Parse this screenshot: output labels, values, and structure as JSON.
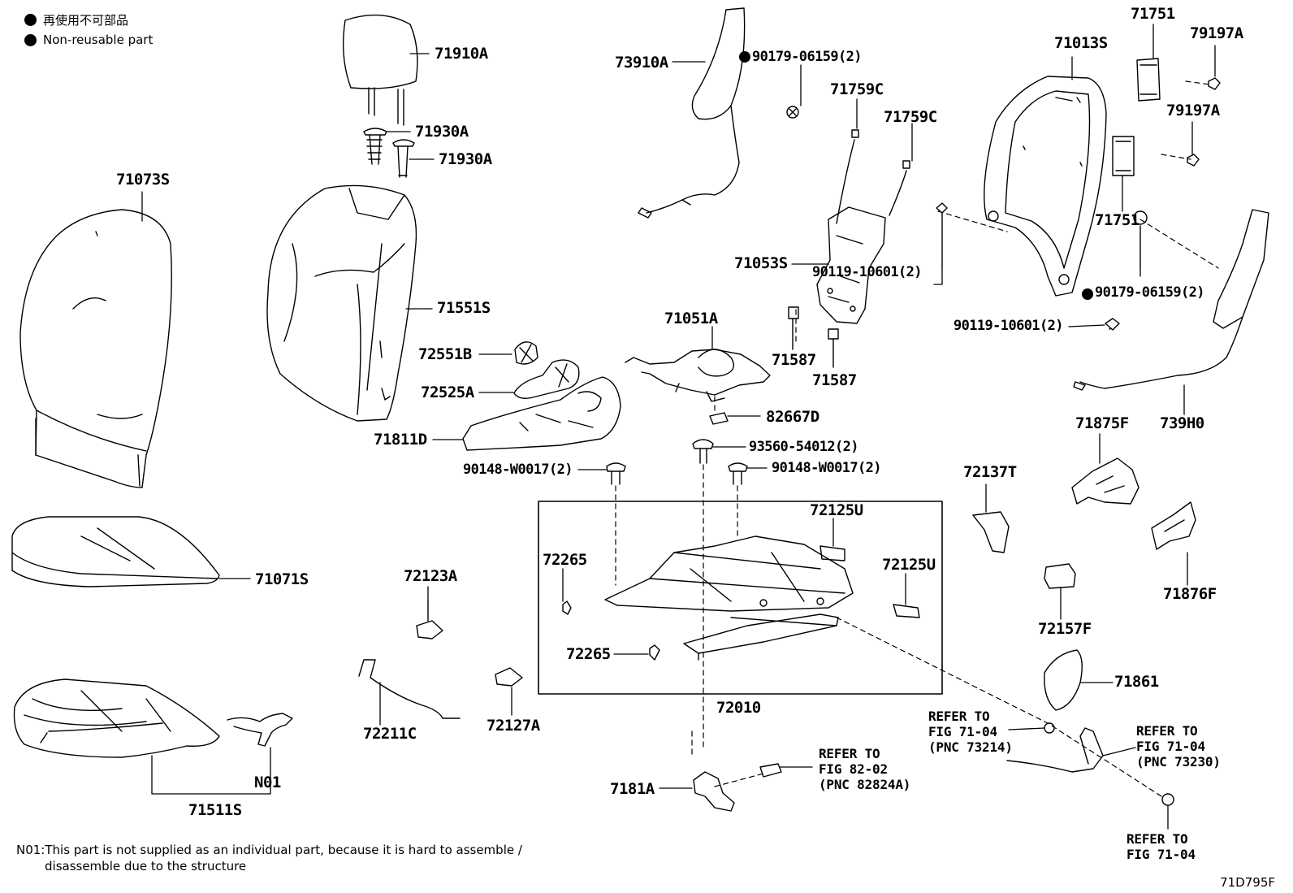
{
  "legend": {
    "non_reusable_jp": "再使用不可部品",
    "non_reusable_en": "Non-reusable part"
  },
  "parts": {
    "p71910A": "71910A",
    "p71930A_1": "71930A",
    "p71930A_2": "71930A",
    "p71073S": "71073S",
    "p71551S": "71551S",
    "p72551B": "72551B",
    "p72525A": "72525A",
    "p71811D": "71811D",
    "p71071S": "71071S",
    "p71511S": "71511S",
    "pN01": "N01",
    "p73910A": "73910A",
    "p90179_06159_a": "90179-06159(2)",
    "p71759C_1": "71759C",
    "p71759C_2": "71759C",
    "p71053S": "71053S",
    "p71051A": "71051A",
    "p71587_1": "71587",
    "p71587_2": "71587",
    "p82667D": "82667D",
    "p93560_54012": "93560-54012(2)",
    "p90148_W0017_a": "90148-W0017(2)",
    "p90148_W0017_b": "90148-W0017(2)",
    "p72125U_1": "72125U",
    "p72125U_2": "72125U",
    "p72265_1": "72265",
    "p72265_2": "72265",
    "p72010": "72010",
    "p72123A": "72123A",
    "p72211C": "72211C",
    "p72127A": "72127A",
    "p7181A": "7181A",
    "p71751_1": "71751",
    "p71751_2": "71751",
    "p79197A_1": "79197A",
    "p79197A_2": "79197A",
    "p71013S": "71013S",
    "p90119_10601_a": "90119-10601(2)",
    "p90119_10601_b": "90119-10601(2)",
    "p90179_06159_b": "90179-06159(2)",
    "p739H0": "739H0",
    "p71875F": "71875F",
    "p72137T": "72137T",
    "p71876F": "71876F",
    "p72157F": "72157F",
    "p71861": "71861"
  },
  "refs": {
    "ref_82_02": "REFER TO\nFIG 82-02\n(PNC 82824A)",
    "ref_71_04_a": "REFER TO\nFIG 71-04\n(PNC 73214)",
    "ref_71_04_b": "REFER TO\nFIG 71-04\n(PNC 73230)",
    "ref_71_04_c": "REFER TO\nFIG 71-04"
  },
  "footnote": {
    "line1": "N01:This part is not supplied as an individual part, because it is hard to assemble /",
    "line2": "disassemble due to the structure"
  },
  "figure_id": "71D795F"
}
